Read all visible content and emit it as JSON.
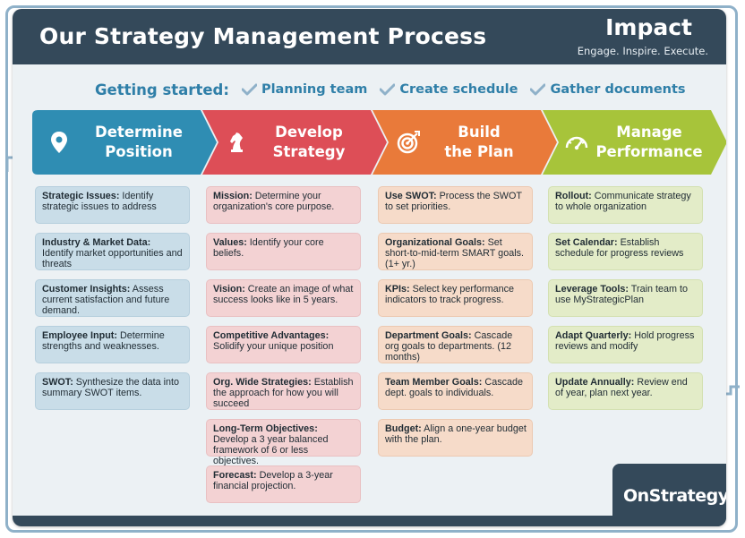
{
  "header": {
    "title": "Our Strategy Management Process",
    "brand": "Impact",
    "tagline": "Engage. Inspire. Execute."
  },
  "getting_started": {
    "label": "Getting started:",
    "items": [
      "Planning team",
      "Create schedule",
      "Gather documents"
    ]
  },
  "colors": {
    "header": "#34495a",
    "blue": "#2f8db3",
    "red": "#dd4e57",
    "orange": "#e97a3a",
    "green": "#a7c43a"
  },
  "phases": [
    {
      "title": "Determine\nPosition",
      "icon": "map-pin-icon",
      "color": "#2f8db3",
      "items": [
        {
          "key": "Strategic Issues:",
          "text": " Identify strategic issues to address"
        },
        {
          "key": "Industry & Market Data:",
          "text": " Identify market opportunities and threats"
        },
        {
          "key": "Customer Insights:",
          "text": " Assess current satisfaction and future demand."
        },
        {
          "key": "Employee Input:",
          "text": " Determine strengths and weaknesses."
        },
        {
          "key": "SWOT:",
          "text": " Synthesize the data into summary SWOT items."
        }
      ]
    },
    {
      "title": "Develop\nStrategy",
      "icon": "chess-knight-icon",
      "color": "#dd4e57",
      "items": [
        {
          "key": "Mission:",
          "text": " Determine your organization's core purpose."
        },
        {
          "key": "Values:",
          "text": " Identify your core beliefs."
        },
        {
          "key": "Vision:",
          "text": " Create an image of what success looks like in 5 years."
        },
        {
          "key": "Competitive Advantages:",
          "text": " Solidify your unique position"
        },
        {
          "key": "Org. Wide Strategies:",
          "text": " Establish the approach for how you will succeed"
        },
        {
          "key": "Long-Term Objectives:",
          "text": " Develop a 3 year balanced framework of 6 or less objectives."
        },
        {
          "key": "Forecast:",
          "text": " Develop a 3-year financial projection."
        }
      ]
    },
    {
      "title": "Build\nthe Plan",
      "icon": "target-icon",
      "color": "#e97a3a",
      "items": [
        {
          "key": "Use SWOT:",
          "text": " Process the SWOT to set priorities."
        },
        {
          "key": "Organizational Goals:",
          "text": " Set short-to-mid-term SMART goals. (1+ yr.)"
        },
        {
          "key": "KPIs:",
          "text": " Select key performance indicators to track progress."
        },
        {
          "key": "Department Goals:",
          "text": " Cascade org goals to departments. (12 months)"
        },
        {
          "key": "Team Member Goals:",
          "text": " Cascade dept. goals to individuals."
        },
        {
          "key": "Budget:",
          "text": " Align a one-year budget with the plan."
        }
      ]
    },
    {
      "title": "Manage\nPerformance",
      "icon": "speedometer-icon",
      "color": "#a7c43a",
      "items": [
        {
          "key": "Rollout:",
          "text": " Communicate strategy to whole organization"
        },
        {
          "key": "Set Calendar:",
          "text": " Establish schedule for progress reviews"
        },
        {
          "key": "Leverage Tools:",
          "text": " Train team to use MyStrategicPlan"
        },
        {
          "key": "Adapt Quarterly:",
          "text": " Hold progress reviews and modify"
        },
        {
          "key": "Update Annually:",
          "text": " Review end of year, plan next year."
        }
      ]
    }
  ],
  "logo": {
    "text": "OnStrategy"
  }
}
